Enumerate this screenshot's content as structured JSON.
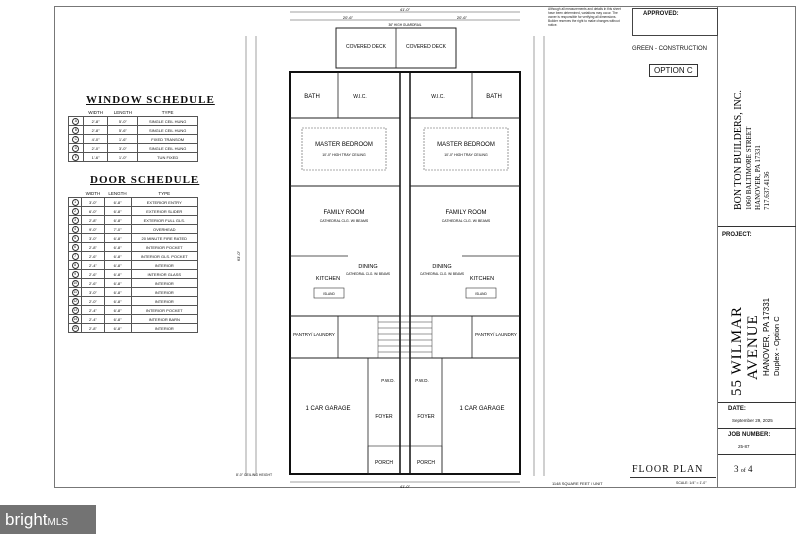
{
  "note_top": "Although all measurements and details in this sheet have been determined, variations may occur. The owner is responsible for verifying all dimensions. Builder reserves the right to make changes without notice.",
  "approved": "APPROVED:",
  "green_construction": "GREEN - CONSTRUCTION",
  "option": "OPTION C",
  "builder": {
    "name": "BON TON BUILDERS, INC.",
    "street": "1060 BALTIMORE STREET",
    "city": "HANOVER, PA 17331",
    "phone": "717.637.4136"
  },
  "project": {
    "label": "PROJECT:",
    "line1": "55 WILMAR",
    "line2": "AVENUE",
    "line3": "HANOVER, PA 17331",
    "line4": "Duplex - Option C"
  },
  "date": {
    "label": "DATE:",
    "value": "September 29, 2025"
  },
  "job": {
    "label": "JOB NUMBER:",
    "value": "25-87"
  },
  "sheet": {
    "number": "3",
    "of": "of",
    "total": "4"
  },
  "floor_plan_title": "FLOOR PLAN",
  "sqft": "1148 SQUARE FEET / UNIT",
  "scale": "SCALE: 1/4\" = 1'-0\"",
  "ceiling_note": "8'-0\" CEILING HEIGHT",
  "window_schedule": {
    "title": "WINDOW SCHEDULE",
    "headers": [
      "",
      "WIDTH",
      "LENGTH",
      "TYPE"
    ],
    "rows": [
      [
        "A",
        "2'-8\"",
        "5'-0\"",
        "SINGLE CEIL HUNG"
      ],
      [
        "B",
        "2'-8\"",
        "5'-6\"",
        "SINGLE CEIL HUNG"
      ],
      [
        "C",
        "4'-0\"",
        "1'-6\"",
        "FIXED TRANSOM"
      ],
      [
        "D",
        "2'-0\"",
        "3'-0\"",
        "SINGLE CEIL HUNG"
      ],
      [
        "E",
        "1'-6\"",
        "1'-0\"",
        "TUN FIXED"
      ]
    ]
  },
  "door_schedule": {
    "title": "DOOR SCHEDULE",
    "headers": [
      "",
      "WIDTH",
      "LENGTH",
      "TYPE"
    ],
    "rows": [
      [
        "1",
        "3'-0\"",
        "6'-8\"",
        "EXTERIOR ENTRY"
      ],
      [
        "2",
        "6'-0\"",
        "6'-8\"",
        "EXTERIOR SLIDER"
      ],
      [
        "3",
        "2'-8\"",
        "6'-8\"",
        "EXTERIOR FULL GLS."
      ],
      [
        "4",
        "9'-0\"",
        "7'-0\"",
        "OVERHEAD"
      ],
      [
        "5",
        "3'-0\"",
        "6'-8\"",
        "20 MINUTE FIRE RATED"
      ],
      [
        "6",
        "2'-8\"",
        "6'-8\"",
        "INTERIOR POCKET"
      ],
      [
        "7",
        "2'-6\"",
        "6'-8\"",
        "INTERIOR GLS. POCKET"
      ],
      [
        "8",
        "2'-4\"",
        "6'-8\"",
        "INTERIOR"
      ],
      [
        "9",
        "2'-6\"",
        "6'-8\"",
        "INTERIOR GLASS"
      ],
      [
        "10",
        "2'-6\"",
        "6'-8\"",
        "INTERIOR"
      ],
      [
        "11",
        "3'-0\"",
        "6'-8\"",
        "INTERIOR"
      ],
      [
        "12",
        "2'-0\"",
        "6'-8\"",
        "INTERIOR"
      ],
      [
        "13",
        "2'-4\"",
        "6'-8\"",
        "INTERIOR POCKET"
      ],
      [
        "14",
        "2'-4\"",
        "6'-8\"",
        "INTERIOR BARN"
      ],
      [
        "15",
        "2'-8\"",
        "6'-8\"",
        "INTERIOR"
      ]
    ]
  },
  "rooms": {
    "covered_deck": "COVERED DECK",
    "bath": "BATH",
    "wic": "W.I.C.",
    "master_bedroom": "MASTER BEDROOM",
    "master_ceiling": "10'-0\" HIGH TRAY CEILING",
    "family_room": "FAMILY ROOM",
    "family_ceiling": "CATHEDRAL CLG. W/ BEAMS",
    "dining": "DINING",
    "dining_ceiling": "CATHEDRAL CLG. W/ BEAMS",
    "kitchen": "KITCHEN",
    "island": "ISLAND",
    "pantry": "PANTRY/ LAUNDRY",
    "garage": "1 CAR GARAGE",
    "foyer": "FOYER",
    "porch": "PORCH",
    "pwd": "P.W.D."
  },
  "dims": {
    "overall": "41'-0\"",
    "half": "20'-6\"",
    "depth": "63'-0\"",
    "quardrail": "36\" HIGH GUARDRAIL"
  },
  "watermark": {
    "brand": "bright",
    "suffix": "MLS"
  }
}
